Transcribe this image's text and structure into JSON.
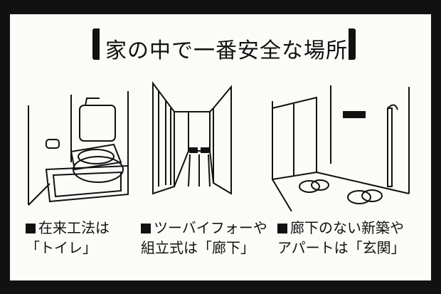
{
  "title": "家の中で一番安全な場所",
  "panels": [
    {
      "caption_line1": "在来工法は",
      "caption_line2": "「トイレ」"
    },
    {
      "caption_line1": "ツーバイフォーや",
      "caption_line2": "組立式は「廊下」"
    },
    {
      "caption_line1": "廊下のない新築や",
      "caption_line2": "アパートは「玄関」"
    }
  ]
}
